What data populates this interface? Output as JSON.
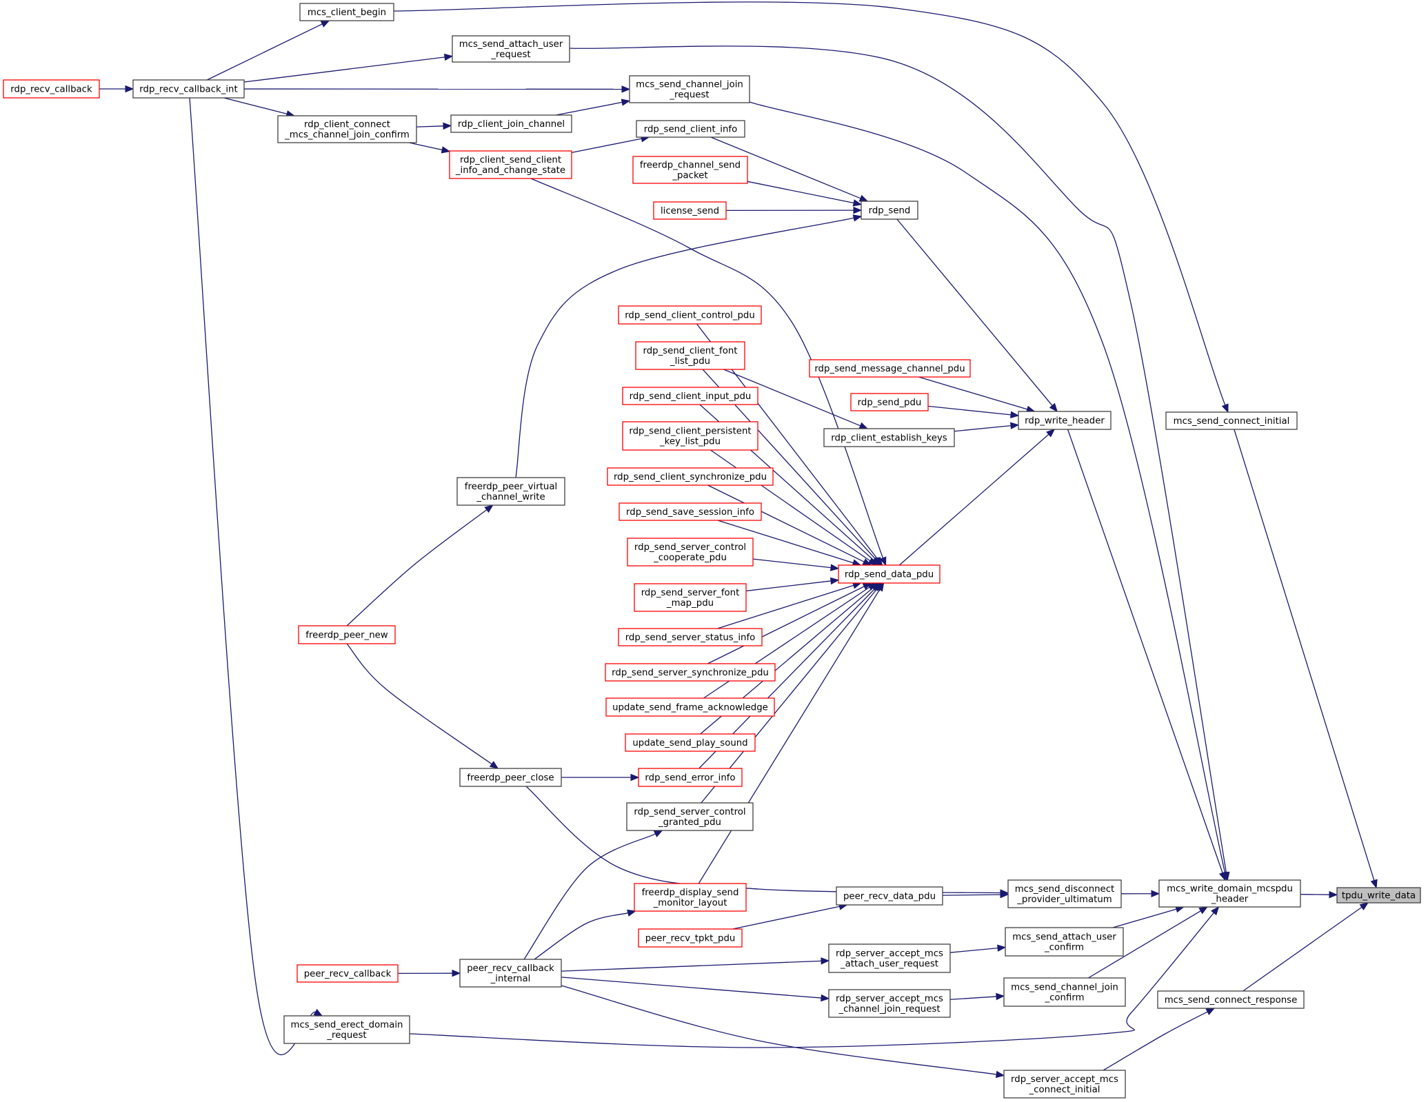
{
  "diagram": {
    "type": "call-graph",
    "title": "tpdu_write_data caller graph",
    "colors": {
      "edge": "#191970",
      "node_border": "#404040",
      "truncated_node_border": "#ff0000",
      "root_fill": "#bfbfbf"
    },
    "root": "tpdu_write_data",
    "nodes": [
      {
        "id": "tpdu_write_data",
        "lines": [
          "tpdu_write_data"
        ],
        "style": "root"
      },
      {
        "id": "mcs_write_domain_mcspdu_header",
        "lines": [
          "mcs_write_domain_mcspdu",
          "_header"
        ],
        "style": "black"
      },
      {
        "id": "mcs_send_connect_initial",
        "lines": [
          "mcs_send_connect_initial"
        ],
        "style": "black"
      },
      {
        "id": "mcs_send_connect_response",
        "lines": [
          "mcs_send_connect_response"
        ],
        "style": "black"
      },
      {
        "id": "mcs_client_begin",
        "lines": [
          "mcs_client_begin"
        ],
        "style": "black"
      },
      {
        "id": "mcs_send_attach_user_request",
        "lines": [
          "mcs_send_attach_user",
          "_request"
        ],
        "style": "black"
      },
      {
        "id": "rdp_recv_callback",
        "lines": [
          "rdp_recv_callback"
        ],
        "style": "red"
      },
      {
        "id": "rdp_recv_callback_int",
        "lines": [
          "rdp_recv_callback_int"
        ],
        "style": "black"
      },
      {
        "id": "mcs_send_channel_join_request",
        "lines": [
          "mcs_send_channel_join",
          "_request"
        ],
        "style": "black"
      },
      {
        "id": "rdp_client_connect_mcs_channel_join_confirm",
        "lines": [
          "rdp_client_connect",
          "_mcs_channel_join_confirm"
        ],
        "style": "black"
      },
      {
        "id": "rdp_client_join_channel",
        "lines": [
          "rdp_client_join_channel"
        ],
        "style": "black"
      },
      {
        "id": "rdp_send_client_info",
        "lines": [
          "rdp_send_client_info"
        ],
        "style": "black"
      },
      {
        "id": "rdp_client_send_client_info_and_change_state",
        "lines": [
          "rdp_client_send_client",
          "_info_and_change_state"
        ],
        "style": "red"
      },
      {
        "id": "freerdp_channel_send_packet",
        "lines": [
          "freerdp_channel_send",
          "_packet"
        ],
        "style": "red"
      },
      {
        "id": "license_send",
        "lines": [
          "license_send"
        ],
        "style": "red"
      },
      {
        "id": "rdp_send",
        "lines": [
          "rdp_send"
        ],
        "style": "black"
      },
      {
        "id": "rdp_send_client_control_pdu",
        "lines": [
          "rdp_send_client_control_pdu"
        ],
        "style": "red"
      },
      {
        "id": "rdp_send_client_font_list_pdu",
        "lines": [
          "rdp_send_client_font",
          "_list_pdu"
        ],
        "style": "red"
      },
      {
        "id": "rdp_send_client_input_pdu",
        "lines": [
          "rdp_send_client_input_pdu"
        ],
        "style": "red"
      },
      {
        "id": "rdp_send_client_persistent_key_list_pdu",
        "lines": [
          "rdp_send_client_persistent",
          "_key_list_pdu"
        ],
        "style": "red"
      },
      {
        "id": "rdp_send_client_synchronize_pdu",
        "lines": [
          "rdp_send_client_synchronize_pdu"
        ],
        "style": "red"
      },
      {
        "id": "rdp_send_save_session_info",
        "lines": [
          "rdp_send_save_session_info"
        ],
        "style": "red"
      },
      {
        "id": "rdp_send_server_control_cooperate_pdu",
        "lines": [
          "rdp_send_server_control",
          "_cooperate_pdu"
        ],
        "style": "red"
      },
      {
        "id": "rdp_send_server_font_map_pdu",
        "lines": [
          "rdp_send_server_font",
          "_map_pdu"
        ],
        "style": "red"
      },
      {
        "id": "rdp_send_server_status_info",
        "lines": [
          "rdp_send_server_status_info"
        ],
        "style": "red"
      },
      {
        "id": "rdp_send_server_synchronize_pdu",
        "lines": [
          "rdp_send_server_synchronize_pdu"
        ],
        "style": "red"
      },
      {
        "id": "update_send_frame_acknowledge",
        "lines": [
          "update_send_frame_acknowledge"
        ],
        "style": "red"
      },
      {
        "id": "update_send_play_sound",
        "lines": [
          "update_send_play_sound"
        ],
        "style": "red"
      },
      {
        "id": "rdp_send_error_info",
        "lines": [
          "rdp_send_error_info"
        ],
        "style": "red"
      },
      {
        "id": "rdp_send_server_control_granted_pdu",
        "lines": [
          "rdp_send_server_control",
          "_granted_pdu"
        ],
        "style": "black"
      },
      {
        "id": "freerdp_display_send_monitor_layout",
        "lines": [
          "freerdp_display_send",
          "_monitor_layout"
        ],
        "style": "red"
      },
      {
        "id": "peer_recv_tpkt_pdu",
        "lines": [
          "peer_recv_tpkt_pdu"
        ],
        "style": "red"
      },
      {
        "id": "rdp_send_data_pdu",
        "lines": [
          "rdp_send_data_pdu"
        ],
        "style": "red"
      },
      {
        "id": "rdp_send_message_channel_pdu",
        "lines": [
          "rdp_send_message_channel_pdu"
        ],
        "style": "red"
      },
      {
        "id": "rdp_send_pdu",
        "lines": [
          "rdp_send_pdu"
        ],
        "style": "red"
      },
      {
        "id": "rdp_client_establish_keys",
        "lines": [
          "rdp_client_establish_keys"
        ],
        "style": "black"
      },
      {
        "id": "rdp_write_header",
        "lines": [
          "rdp_write_header"
        ],
        "style": "black"
      },
      {
        "id": "freerdp_peer_virtual_channel_write",
        "lines": [
          "freerdp_peer_virtual",
          "_channel_write"
        ],
        "style": "black"
      },
      {
        "id": "freerdp_peer_new",
        "lines": [
          "freerdp_peer_new"
        ],
        "style": "red"
      },
      {
        "id": "freerdp_peer_close",
        "lines": [
          "freerdp_peer_close"
        ],
        "style": "black"
      },
      {
        "id": "peer_recv_callback",
        "lines": [
          "peer_recv_callback"
        ],
        "style": "red"
      },
      {
        "id": "peer_recv_callback_internal",
        "lines": [
          "peer_recv_callback",
          "_internal"
        ],
        "style": "black"
      },
      {
        "id": "mcs_send_erect_domain_request",
        "lines": [
          "mcs_send_erect_domain",
          "_request"
        ],
        "style": "black"
      },
      {
        "id": "peer_recv_data_pdu",
        "lines": [
          "peer_recv_data_pdu"
        ],
        "style": "black"
      },
      {
        "id": "mcs_send_disconnect_provider_ultimatum",
        "lines": [
          "mcs_send_disconnect",
          "_provider_ultimatum"
        ],
        "style": "black"
      },
      {
        "id": "rdp_server_accept_mcs_attach_user_request",
        "lines": [
          "rdp_server_accept_mcs",
          "_attach_user_request"
        ],
        "style": "black"
      },
      {
        "id": "mcs_send_attach_user_confirm",
        "lines": [
          "mcs_send_attach_user",
          "_confirm"
        ],
        "style": "black"
      },
      {
        "id": "rdp_server_accept_mcs_channel_join_request",
        "lines": [
          "rdp_server_accept_mcs",
          "_channel_join_request"
        ],
        "style": "black"
      },
      {
        "id": "mcs_send_channel_join_confirm",
        "lines": [
          "mcs_send_channel_join",
          "_confirm"
        ],
        "style": "black"
      },
      {
        "id": "rdp_server_accept_mcs_connect_initial",
        "lines": [
          "rdp_server_accept_mcs",
          "_connect_initial"
        ],
        "style": "black"
      }
    ],
    "edges": [
      {
        "from": "mcs_write_domain_mcspdu_header",
        "to": "tpdu_write_data"
      },
      {
        "from": "mcs_send_connect_initial",
        "to": "tpdu_write_data"
      },
      {
        "from": "mcs_send_connect_response",
        "to": "tpdu_write_data"
      },
      {
        "from": "mcs_client_begin",
        "to": "mcs_send_connect_initial"
      },
      {
        "from": "rdp_recv_callback_int",
        "to": "mcs_client_begin"
      },
      {
        "from": "rdp_recv_callback",
        "to": "rdp_recv_callback_int"
      },
      {
        "from": "rdp_recv_callback_int",
        "to": "mcs_send_attach_user_request"
      },
      {
        "from": "rdp_recv_callback_int",
        "to": "mcs_send_channel_join_request"
      },
      {
        "from": "rdp_recv_callback_int",
        "to": "rdp_client_connect_mcs_channel_join_confirm"
      },
      {
        "from": "rdp_recv_callback_int",
        "to": "mcs_send_erect_domain_request"
      },
      {
        "from": "rdp_client_connect_mcs_channel_join_confirm",
        "to": "rdp_client_join_channel"
      },
      {
        "from": "rdp_client_connect_mcs_channel_join_confirm",
        "to": "rdp_client_send_client_info_and_change_state"
      },
      {
        "from": "rdp_client_join_channel",
        "to": "mcs_send_channel_join_request"
      },
      {
        "from": "rdp_client_send_client_info_and_change_state",
        "to": "rdp_send_client_info"
      },
      {
        "from": "rdp_client_send_client_info_and_change_state",
        "to": "rdp_send_data_pdu"
      },
      {
        "from": "rdp_send_client_info",
        "to": "rdp_send"
      },
      {
        "from": "freerdp_channel_send_packet",
        "to": "rdp_send"
      },
      {
        "from": "license_send",
        "to": "rdp_send"
      },
      {
        "from": "freerdp_peer_virtual_channel_write",
        "to": "rdp_send"
      },
      {
        "from": "rdp_send",
        "to": "rdp_write_header"
      },
      {
        "from": "rdp_send_message_channel_pdu",
        "to": "rdp_write_header"
      },
      {
        "from": "rdp_send_pdu",
        "to": "rdp_write_header"
      },
      {
        "from": "rdp_client_establish_keys",
        "to": "rdp_write_header"
      },
      {
        "from": "rdp_send_data_pdu",
        "to": "rdp_write_header"
      },
      {
        "from": "rdp_write_header",
        "to": "mcs_write_domain_mcspdu_header"
      },
      {
        "from": "rdp_send_client_control_pdu",
        "to": "rdp_send_data_pdu"
      },
      {
        "from": "rdp_send_client_font_list_pdu",
        "to": "rdp_client_establish_keys"
      },
      {
        "from": "rdp_send_client_font_list_pdu",
        "to": "rdp_send_data_pdu"
      },
      {
        "from": "rdp_send_client_input_pdu",
        "to": "rdp_send_data_pdu"
      },
      {
        "from": "rdp_send_client_persistent_key_list_pdu",
        "to": "rdp_send_data_pdu"
      },
      {
        "from": "rdp_send_client_synchronize_pdu",
        "to": "rdp_send_data_pdu"
      },
      {
        "from": "rdp_send_save_session_info",
        "to": "rdp_send_data_pdu"
      },
      {
        "from": "rdp_send_server_control_cooperate_pdu",
        "to": "rdp_send_data_pdu"
      },
      {
        "from": "rdp_send_server_font_map_pdu",
        "to": "rdp_send_data_pdu"
      },
      {
        "from": "rdp_send_server_status_info",
        "to": "rdp_send_data_pdu"
      },
      {
        "from": "rdp_send_server_synchronize_pdu",
        "to": "rdp_send_data_pdu"
      },
      {
        "from": "update_send_frame_acknowledge",
        "to": "rdp_send_data_pdu"
      },
      {
        "from": "update_send_play_sound",
        "to": "rdp_send_data_pdu"
      },
      {
        "from": "rdp_send_error_info",
        "to": "rdp_send_data_pdu"
      },
      {
        "from": "rdp_send_server_control_granted_pdu",
        "to": "rdp_send_data_pdu"
      },
      {
        "from": "freerdp_display_send_monitor_layout",
        "to": "rdp_send_data_pdu"
      },
      {
        "from": "freerdp_peer_new",
        "to": "freerdp_peer_virtual_channel_write"
      },
      {
        "from": "freerdp_peer_new",
        "to": "freerdp_peer_close"
      },
      {
        "from": "freerdp_peer_close",
        "to": "rdp_send_error_info"
      },
      {
        "from": "freerdp_peer_close",
        "to": "mcs_send_disconnect_provider_ultimatum"
      },
      {
        "from": "peer_recv_callback",
        "to": "peer_recv_callback_internal"
      },
      {
        "from": "peer_recv_callback_internal",
        "to": "rdp_send_server_control_granted_pdu"
      },
      {
        "from": "peer_recv_callback_internal",
        "to": "freerdp_display_send_monitor_layout"
      },
      {
        "from": "peer_recv_callback_internal",
        "to": "rdp_server_accept_mcs_attach_user_request"
      },
      {
        "from": "peer_recv_callback_internal",
        "to": "rdp_server_accept_mcs_channel_join_request"
      },
      {
        "from": "peer_recv_callback_internal",
        "to": "rdp_server_accept_mcs_connect_initial"
      },
      {
        "from": "peer_recv_tpkt_pdu",
        "to": "peer_recv_data_pdu"
      },
      {
        "from": "peer_recv_data_pdu",
        "to": "mcs_send_disconnect_provider_ultimatum"
      },
      {
        "from": "mcs_send_disconnect_provider_ultimatum",
        "to": "mcs_write_domain_mcspdu_header"
      },
      {
        "from": "rdp_server_accept_mcs_attach_user_request",
        "to": "mcs_send_attach_user_confirm"
      },
      {
        "from": "rdp_server_accept_mcs_channel_join_request",
        "to": "mcs_send_channel_join_confirm"
      },
      {
        "from": "mcs_send_attach_user_confirm",
        "to": "mcs_write_domain_mcspdu_header"
      },
      {
        "from": "mcs_send_channel_join_confirm",
        "to": "mcs_write_domain_mcspdu_header"
      },
      {
        "from": "mcs_send_erect_domain_request",
        "to": "mcs_write_domain_mcspdu_header"
      },
      {
        "from": "mcs_send_attach_user_request",
        "to": "mcs_write_domain_mcspdu_header"
      },
      {
        "from": "mcs_send_channel_join_request",
        "to": "mcs_write_domain_mcspdu_header"
      },
      {
        "from": "rdp_server_accept_mcs_connect_initial",
        "to": "mcs_send_connect_response"
      }
    ]
  }
}
